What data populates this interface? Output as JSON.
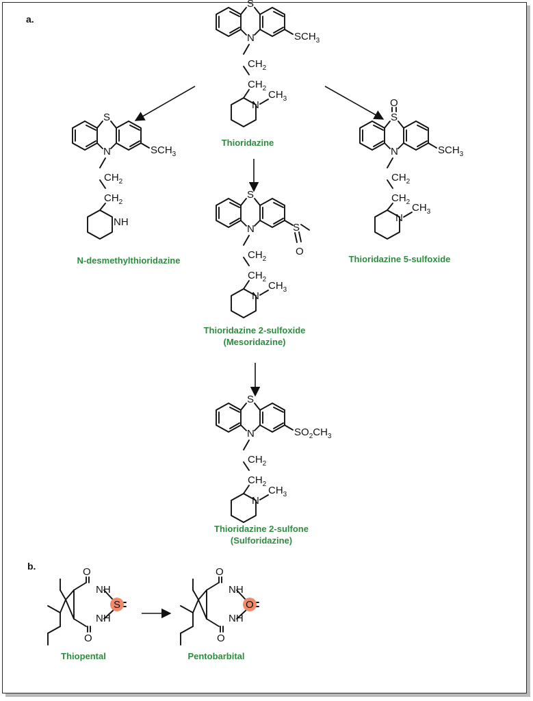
{
  "panels": {
    "a": "a.",
    "b": "b."
  },
  "compounds": {
    "thioridazine": {
      "name": "Thioridazine"
    },
    "desmethyl": {
      "name": "N-desmethylthioridazine"
    },
    "sulfoxide5": {
      "name": "Thioridazine 5-sulfoxide"
    },
    "sulfoxide2": {
      "name": "Thioridazine 2-sulfoxide",
      "alt": "(Mesoridazine)"
    },
    "sulfone2": {
      "name": "Thioridazine 2-sulfone",
      "alt": "(Sulforidazine)"
    },
    "thiopental": {
      "name": "Thiopental"
    },
    "pentobarbital": {
      "name": "Pentobarbital"
    }
  },
  "atoms": {
    "S": "S",
    "N": "N",
    "O": "O",
    "SCH3": "SCH",
    "CH2": "CH",
    "CH3": "CH",
    "SO2CH3": "SO",
    "CH3b": "CH",
    "NH": "NH",
    "sub2": "2",
    "sub3": "3"
  },
  "highlight_color": "#f08a6a",
  "caption_color": "#2e8b3f"
}
